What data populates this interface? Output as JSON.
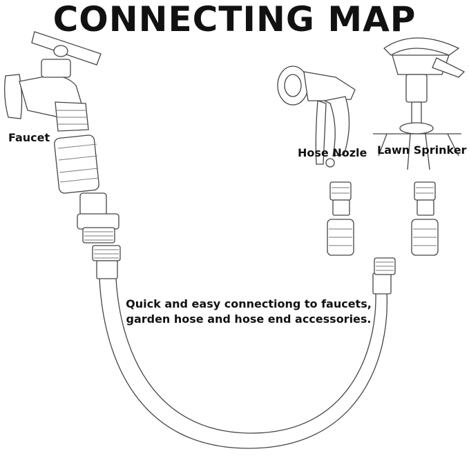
{
  "title": "CONNECTING MAP",
  "labels": {
    "faucet": "Faucet",
    "hose_nozzle": "Hose Nozle",
    "lawn_sprinkler": "Lawn Sprinker"
  },
  "caption": {
    "line1": "Quick and easy connectiong to faucets,",
    "line2": "garden hose and hose end accessories."
  }
}
